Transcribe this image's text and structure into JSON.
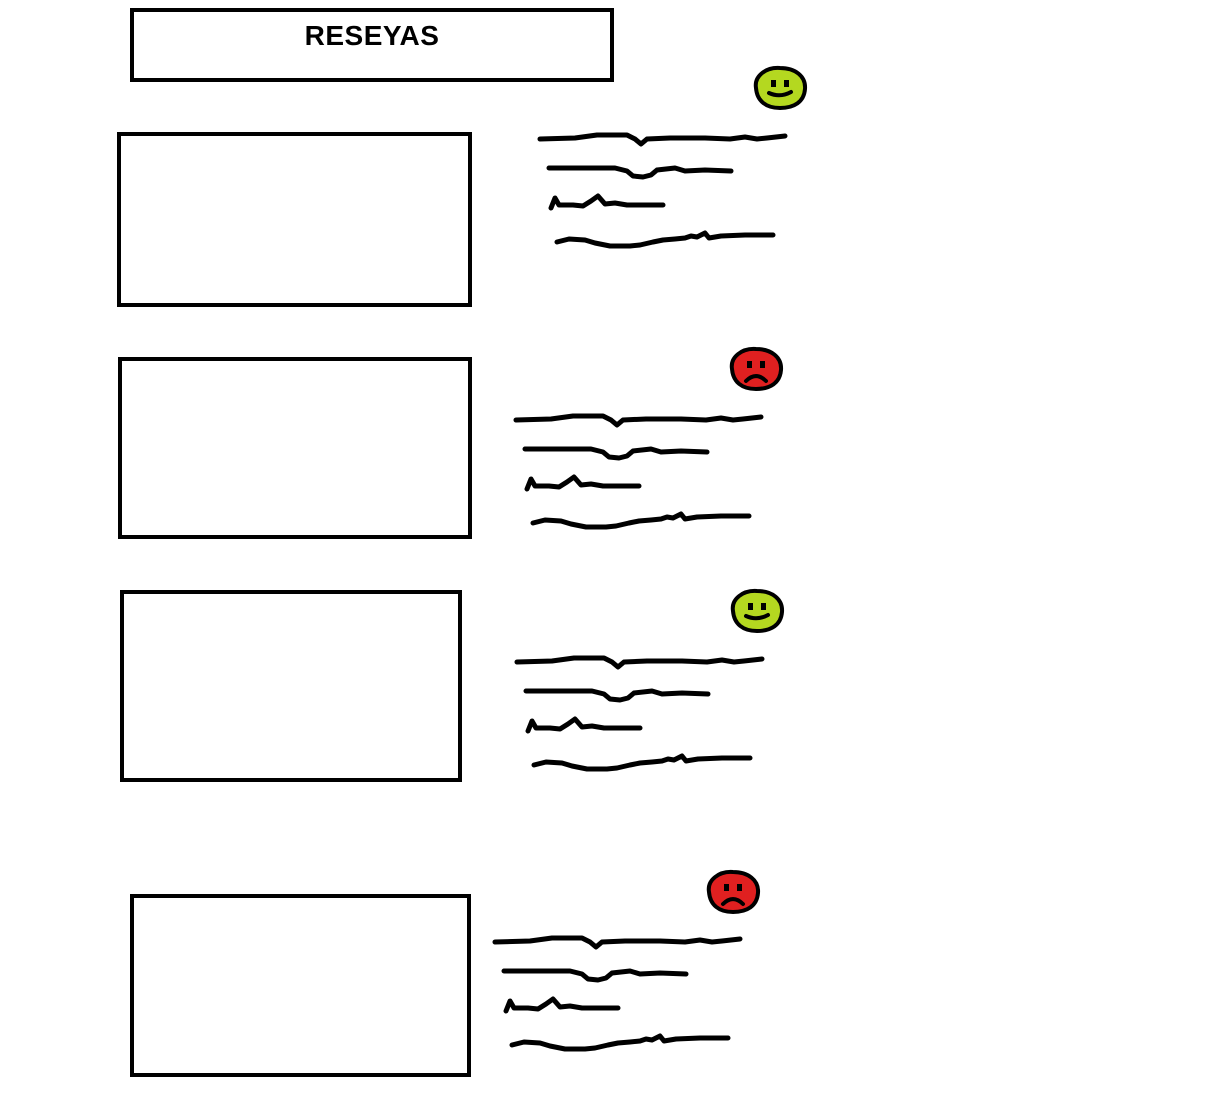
{
  "header": {
    "title": "RESEYAS"
  },
  "colors": {
    "positive": "#b4d820",
    "negative": "#e02020",
    "stroke": "#000000"
  },
  "reviews": [
    {
      "sentiment": "positive",
      "icon": "happy-face-icon"
    },
    {
      "sentiment": "negative",
      "icon": "sad-face-icon"
    },
    {
      "sentiment": "positive",
      "icon": "happy-face-icon"
    },
    {
      "sentiment": "negative",
      "icon": "sad-face-icon"
    }
  ]
}
